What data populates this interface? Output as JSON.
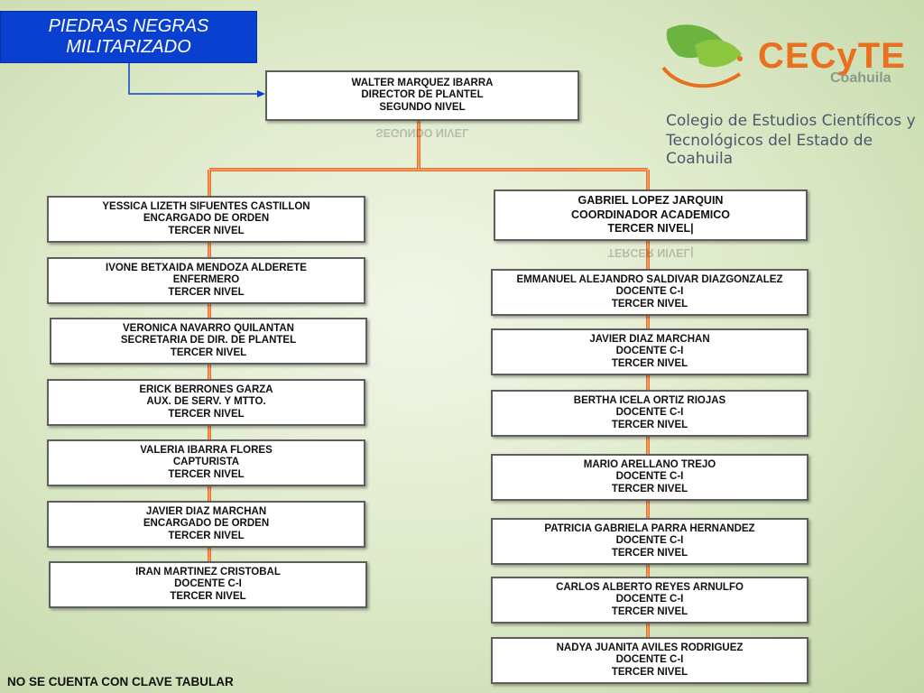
{
  "title": {
    "line1": "PIEDRAS NEGRAS",
    "line2": "MILITARIZADO"
  },
  "logo": {
    "word": "CECyTE",
    "sub": "Coahuila",
    "tagline1": "Colegio de Estudios Científicos y",
    "tagline2": "Tecnológicos del Estado de Coahuila"
  },
  "director": {
    "name": "WALTER MARQUEZ IBARRA",
    "role": "DIRECTOR DE PLANTEL",
    "level": "SEGUNDO NIVEL"
  },
  "coordinator": {
    "name": "GABRIEL LOPEZ JARQUIN",
    "role": "COORDINADOR ACADEMICO",
    "level": "TERCER NIVEL|"
  },
  "left_staff": [
    {
      "name": "YESSICA LIZETH SIFUENTES CASTILLON",
      "role": "ENCARGADO DE ORDEN",
      "level": "TERCER NIVEL"
    },
    {
      "name": "IVONE BETXAIDA MENDOZA ALDERETE",
      "role": "ENFERMERO",
      "level": "TERCER NIVEL"
    },
    {
      "name": "VERONICA NAVARRO QUILANTAN",
      "role": "SECRETARIA DE DIR. DE PLANTEL",
      "level": "TERCER NIVEL"
    },
    {
      "name": "ERICK BERRONES GARZA",
      "role": "AUX. DE SERV. Y MTTO.",
      "level": "TERCER NIVEL"
    },
    {
      "name": "VALERIA IBARRA FLORES",
      "role": "CAPTURISTA",
      "level": "TERCER NIVEL"
    },
    {
      "name": "JAVIER DIAZ MARCHAN",
      "role": "ENCARGADO DE ORDEN",
      "level": "TERCER NIVEL"
    },
    {
      "name": "IRAN MARTINEZ CRISTOBAL",
      "role": "DOCENTE C-I",
      "level": "TERCER NIVEL"
    }
  ],
  "right_staff": [
    {
      "name": "EMMANUEL ALEJANDRO SALDIVAR  DIAZGONZALEZ",
      "role": "DOCENTE C-I",
      "level": "TERCER NIVEL"
    },
    {
      "name": "JAVIER DIAZ MARCHAN",
      "role": "DOCENTE C-I",
      "level": "TERCER NIVEL"
    },
    {
      "name": "BERTHA ICELA ORTIZ RIOJAS",
      "role": "DOCENTE C-I",
      "level": "TERCER NIVEL"
    },
    {
      "name": "MARIO ARELLANO TREJO",
      "role": "DOCENTE C-I",
      "level": "TERCER NIVEL"
    },
    {
      "name": "PATRICIA GABRIELA PARRA HERNANDEZ",
      "role": "DOCENTE C-I",
      "level": "TERCER NIVEL"
    },
    {
      "name": "CARLOS ALBERTO REYES ARNULFO",
      "role": "DOCENTE C-I",
      "level": "TERCER NIVEL"
    },
    {
      "name": "NADYA JUANITA AVILES RODRIGUEZ",
      "role": "DOCENTE C-I",
      "level": "TERCER NIVEL"
    }
  ],
  "footer": "NO SE CUENTA CON CLAVE TABULAR",
  "colors": {
    "connector": "#e8702a",
    "title_bg": "#0a40cf",
    "arrow": "#0a40cf"
  }
}
